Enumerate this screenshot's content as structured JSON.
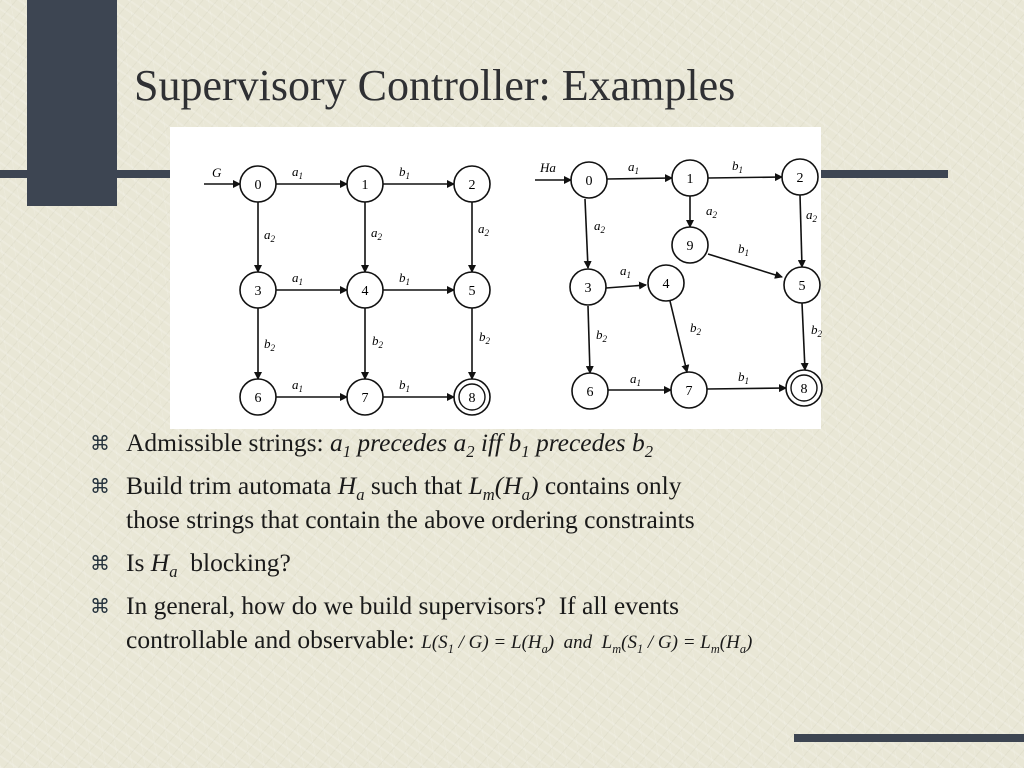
{
  "slide": {
    "title": "Supervisory Controller: Examples"
  },
  "figure": {
    "g": {
      "name": "G",
      "states": [
        "0",
        "1",
        "2",
        "3",
        "4",
        "5",
        "6",
        "7",
        "8"
      ],
      "edges": [
        {
          "from": "0",
          "to": "1",
          "event": "a1"
        },
        {
          "from": "1",
          "to": "2",
          "event": "b1"
        },
        {
          "from": "0",
          "to": "3",
          "event": "a2"
        },
        {
          "from": "1",
          "to": "4",
          "event": "a2"
        },
        {
          "from": "2",
          "to": "5",
          "event": "a2"
        },
        {
          "from": "3",
          "to": "4",
          "event": "a1"
        },
        {
          "from": "4",
          "to": "5",
          "event": "b1"
        },
        {
          "from": "3",
          "to": "6",
          "event": "b2"
        },
        {
          "from": "4",
          "to": "7",
          "event": "b2"
        },
        {
          "from": "5",
          "to": "8",
          "event": "b2"
        },
        {
          "from": "6",
          "to": "7",
          "event": "a1"
        },
        {
          "from": "7",
          "to": "8",
          "event": "b1"
        }
      ],
      "marked_state": "8"
    },
    "ha": {
      "name": "Ha",
      "states": [
        "0",
        "1",
        "2",
        "9",
        "3",
        "4",
        "5",
        "6",
        "7",
        "8"
      ],
      "edges": [
        {
          "from": "0",
          "to": "1",
          "event": "a1"
        },
        {
          "from": "1",
          "to": "2",
          "event": "b1"
        },
        {
          "from": "1",
          "to": "9",
          "event": "a2"
        },
        {
          "from": "9",
          "to": "5",
          "event": "b1"
        },
        {
          "from": "2",
          "to": "5",
          "event": "a2"
        },
        {
          "from": "0",
          "to": "3",
          "event": "a2"
        },
        {
          "from": "3",
          "to": "4",
          "event": "a1"
        },
        {
          "from": "3",
          "to": "6",
          "event": "b2"
        },
        {
          "from": "4",
          "to": "7",
          "event": "b2"
        },
        {
          "from": "5",
          "to": "8",
          "event": "b2"
        },
        {
          "from": "6",
          "to": "7",
          "event": "a1"
        },
        {
          "from": "7",
          "to": "8",
          "event": "b1"
        }
      ],
      "marked_state": "8"
    },
    "event_names": {
      "a1": "a",
      "b1": "b",
      "a2": "a",
      "b2": "b",
      "sub1": "1",
      "sub2": "2",
      "sub_a": "a"
    }
  },
  "bullets": {
    "b1": {
      "text": "Admissible strings: ",
      "a": "a",
      "s1": "1",
      "precedes1": " precedes ",
      "a2": "a",
      "s2": "2",
      "iff": " iff ",
      "b": "b",
      "s3": "1",
      "precedes2": " precedes ",
      "b2": "b",
      "s4": "2"
    },
    "b2": {
      "text1": "Build trim automata ",
      "H": "H",
      "a": "a",
      "text2": " such that ",
      "L": "L",
      "m": "m",
      "paren_open": "(",
      "H2": "H",
      "a2": "a",
      "paren_close": ")",
      "text3": " contains only",
      "line2": "those strings that contain the above ordering constraints"
    },
    "b3": {
      "text1": "Is ",
      "H": "H",
      "a": "a",
      "text2": "  blocking?"
    },
    "b4": {
      "line1": "In general, how do we build supervisors?  If all events",
      "line2": "controllable and observable: ",
      "equation": {
        "p1": "L(S",
        "s1": "1",
        "p2": " / G) = L(H",
        "sa": "a",
        "p3": ")  ",
        "and": "and",
        "p4": "  L",
        "sm": "m",
        "p5": "(S",
        "s1b": "1",
        "p6": " / G) = L",
        "sm2": "m",
        "p7": "(H",
        "sa2": "a",
        "p8": ")"
      }
    }
  },
  "icons": {
    "bullet": "square-bullet-icon"
  }
}
